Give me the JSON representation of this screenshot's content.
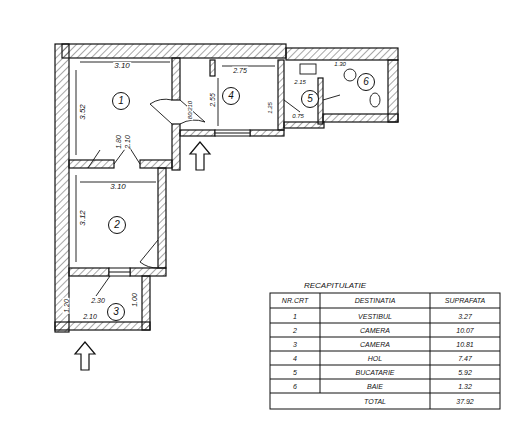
{
  "diagram": {
    "nodes": [
      {
        "text": [
          "1"
        ]
      },
      {
        "text": [
          "4"
        ]
      },
      {
        "text": [
          "5"
        ]
      },
      {
        "text": [
          "6"
        ]
      },
      {
        "text": [
          "2"
        ]
      },
      {
        "text": [
          "3"
        ]
      }
    ],
    "labels": [
      "3.10",
      "3.52",
      "1.80",
      "2.10",
      "3.10",
      "3.12",
      "2.55",
      "2.75",
      "2.15",
      "1.25",
      "0.75",
      "1.30",
      "80/210",
      "2.30",
      "1.00",
      "1.20",
      "2.10",
      "RECAPITULATIE",
      "NR.CRT",
      "DESTINATIA",
      "SUPRAFATA",
      "1",
      "VESTIBUL",
      "3.27",
      "2",
      "CAMERA",
      "10.07",
      "3",
      "CAMERA",
      "10.81",
      "4",
      "HOL",
      "7.47",
      "5",
      "BUCATARIE",
      "5.92",
      "6",
      "BAIE",
      "1.32",
      "TOTAL",
      "37.92"
    ]
  }
}
